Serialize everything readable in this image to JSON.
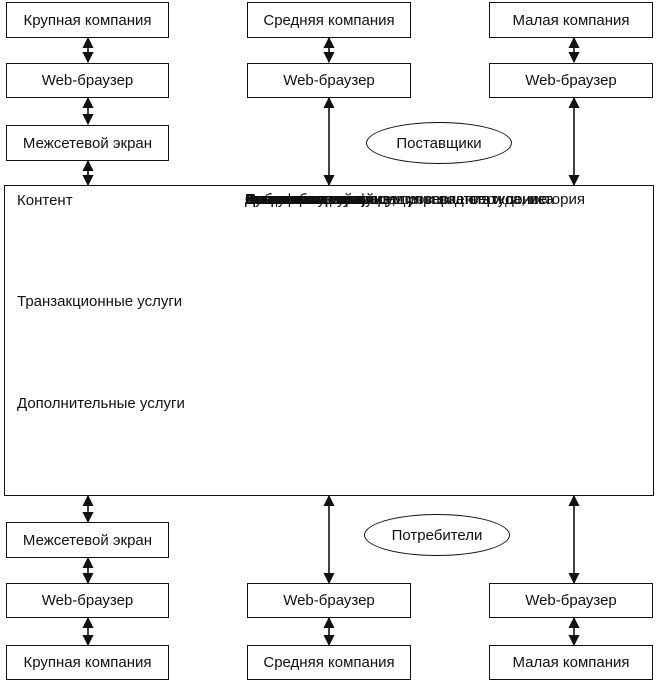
{
  "top_row": {
    "large_company": "Крупная компания",
    "medium_company": "Средняя компания",
    "small_company": "Малая компания",
    "browser_large": "Web-браузер",
    "browser_medium": "Web-браузер",
    "browser_small": "Web-браузер",
    "firewall": "Межсетевой экран",
    "suppliers_label": "Поставщики"
  },
  "hub": {
    "categories": {
      "content": "Контент",
      "transactional": "Транзакционные услуги",
      "additional": "Дополнительные услуги"
    },
    "services": [
      "Каталоги: организация управления и поиска",
      "Новости",
      "События",
      "Доска объявлений",
      "Дискуссионный форум",
      "Запрос на покупку",
      "Запрос расценок",
      "Заказ: отслеживание, проверка статуса, история",
      "Счет-фактура",
      "Платежи: инициализация и подтверждение",
      "Аналитика",
      "Аукционы",
      "Отчетность",
      "Финансовые услуги",
      "Логистика"
    ]
  },
  "bottom_row": {
    "firewall": "Межсетевой экран",
    "consumers_label": "Потребители",
    "browser_large": "Web-браузер",
    "browser_medium": "Web-браузер",
    "browser_small": "Web-браузер",
    "large_company": "Крупная компания",
    "medium_company": "Средняя компания",
    "small_company": "Малая компания"
  }
}
